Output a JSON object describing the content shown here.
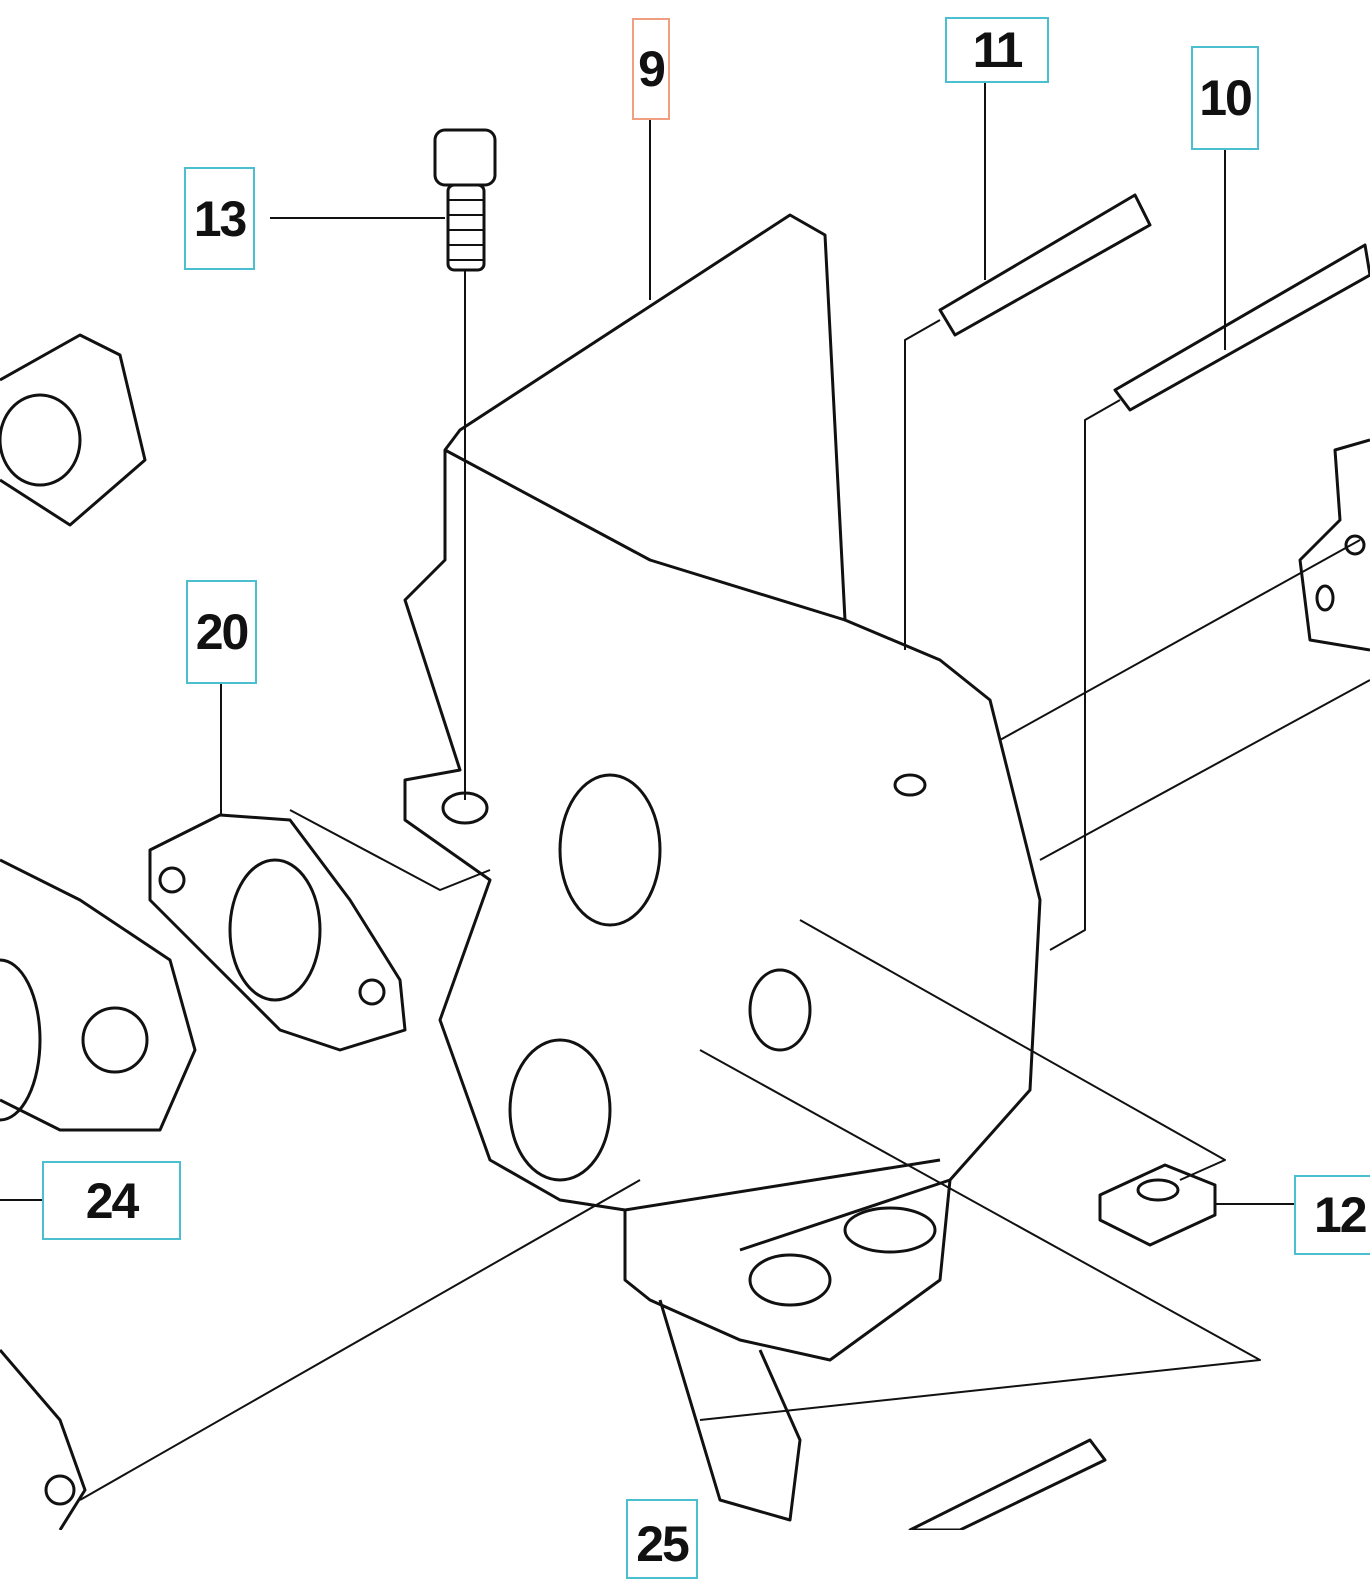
{
  "diagram": {
    "selected_color": "#f0a080",
    "callout_color": "#4bbfd0",
    "callouts": [
      {
        "label": "9",
        "selected": true
      },
      {
        "label": "11",
        "selected": false
      },
      {
        "label": "10",
        "selected": false
      },
      {
        "label": "13",
        "selected": false
      },
      {
        "label": "20",
        "selected": false
      },
      {
        "label": "24",
        "selected": false
      },
      {
        "label": "12",
        "selected": false
      },
      {
        "label": "25",
        "selected": false
      }
    ]
  }
}
